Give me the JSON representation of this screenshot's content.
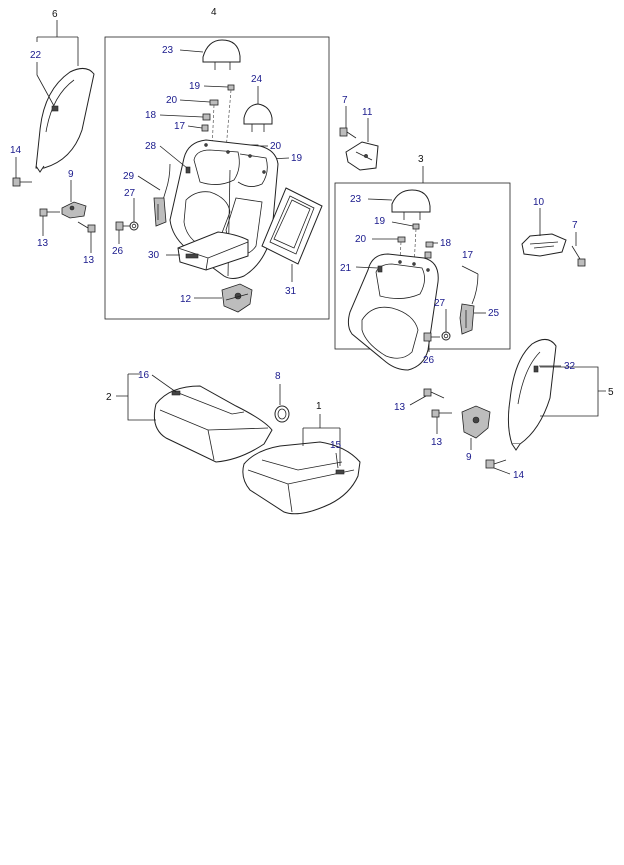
{
  "callouts": {
    "c1": "1",
    "c2": "2",
    "c3": "3",
    "c4": "4",
    "c5": "5",
    "c6": "6",
    "c7a": "7",
    "c7b": "7",
    "c8": "8",
    "c9a": "9",
    "c9b": "9",
    "c10": "10",
    "c11": "11",
    "c12": "12",
    "c13a": "13",
    "c13b": "13",
    "c13c": "13",
    "c13d": "13",
    "c14a": "14",
    "c14b": "14",
    "c15": "15",
    "c16": "16",
    "c17a": "17",
    "c17b": "17",
    "c18a": "18",
    "c18b": "18",
    "c19a": "19",
    "c19b": "19",
    "c19c": "19",
    "c20a": "20",
    "c20b": "20",
    "c20c": "20",
    "c21": "21",
    "c22": "22",
    "c23a": "23",
    "c23b": "23",
    "c24": "24",
    "c25": "25",
    "c26a": "26",
    "c26b": "26",
    "c27a": "27",
    "c27b": "27",
    "c28": "28",
    "c29": "29",
    "c30": "30",
    "c31": "31",
    "c32": "32"
  },
  "colors": {
    "callout_number": "#1a1a8c",
    "line_art": "#222222"
  }
}
